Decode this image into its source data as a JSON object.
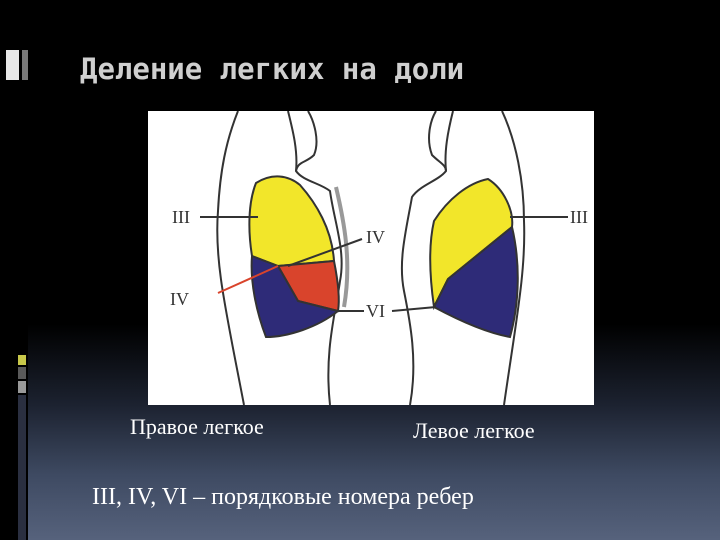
{
  "slide": {
    "title": "Деление легких на доли",
    "figure": {
      "labels": {
        "right_iii": "III",
        "right_iv_upper": "IV",
        "right_iv_lower": "IV",
        "vi": "VI",
        "left_iii": "III"
      },
      "colors": {
        "upper_lobe": "#f2e62a",
        "lower_lobe": "#2e2b78",
        "middle_lobe": "#d9442c",
        "outline": "#333333"
      }
    },
    "captions": {
      "right_lung": "Правое легкое",
      "left_lung": "Левое легкое"
    },
    "footnote": "III, IV, VI – порядковые номера ребер"
  }
}
